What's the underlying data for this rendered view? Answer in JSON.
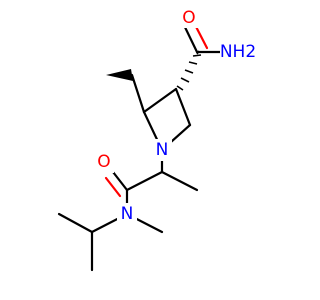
{
  "molecule": {
    "atoms": {
      "O_carbonyl_top": "O",
      "NH2_amide": "NH2",
      "N_ring": "N",
      "O_carbonyl_bottom": "O",
      "N_amine": "N"
    }
  },
  "colors": {
    "carbon_bonds": "#000000",
    "oxygen": "#ff0000",
    "nitrogen": "#0000ff",
    "background": "#ffffff"
  }
}
